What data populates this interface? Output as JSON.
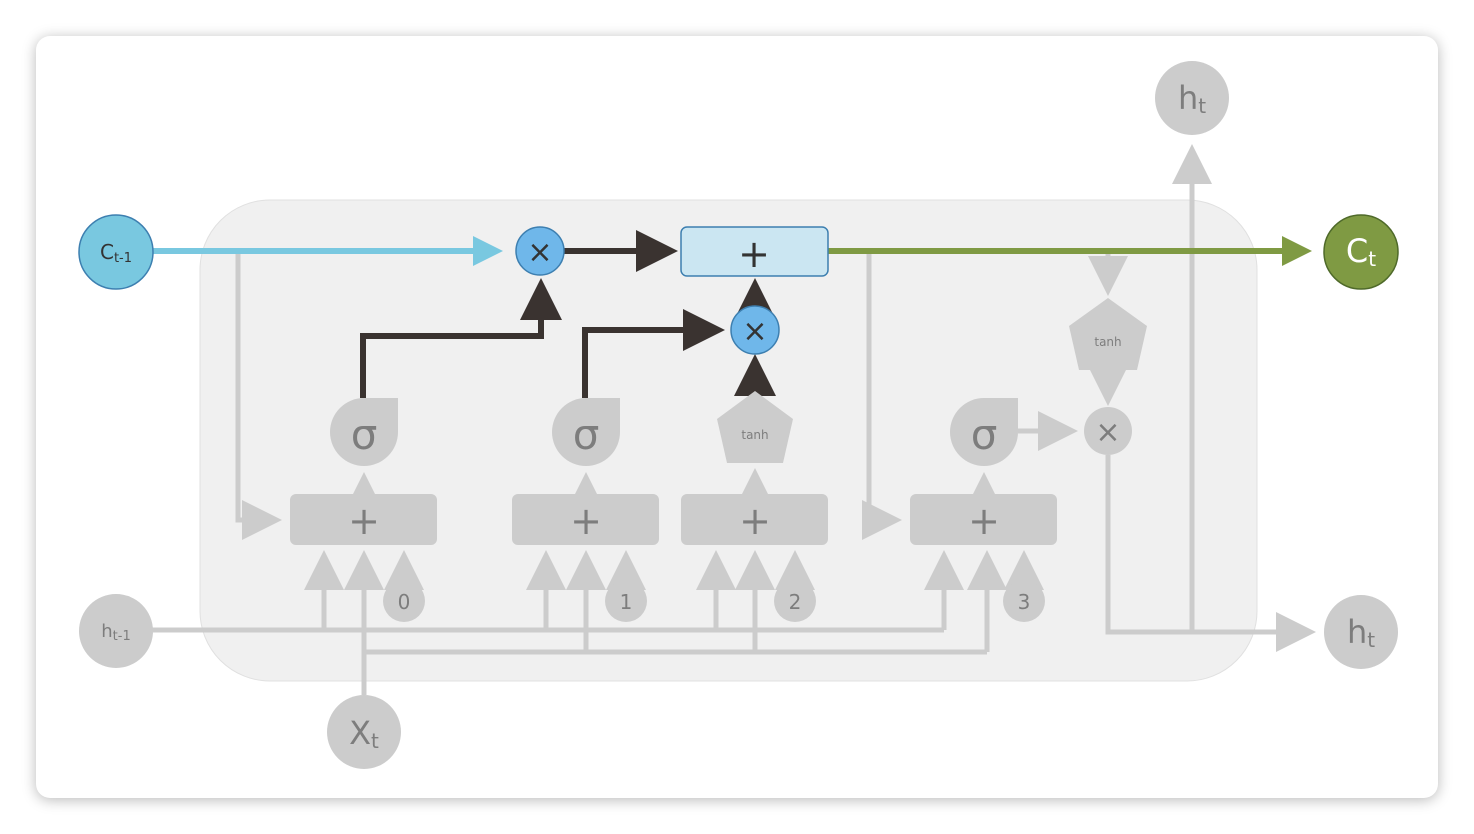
{
  "nodes": {
    "c_prev": {
      "main": "C",
      "sub": "t-1"
    },
    "c_t": {
      "main": "C",
      "sub": "t"
    },
    "h_prev": {
      "main": "h",
      "sub": "t-1"
    },
    "h_out_right": {
      "main": "h",
      "sub": "t"
    },
    "h_out_top": {
      "main": "h",
      "sub": "t"
    },
    "x_t": {
      "main": "X",
      "sub": "t"
    }
  },
  "operators": {
    "plus": "+",
    "times": "×",
    "sigma": "σ",
    "tanh": "tanh"
  },
  "biases": [
    "0",
    "1",
    "2",
    "3"
  ],
  "colors": {
    "cell_input": "#79c8e0",
    "cell_output": "#7f9a43",
    "active_path": "#3a3330",
    "inactive": "#cccccc",
    "cell_body": "#f0f0f0",
    "highlight_op": "#6fb7ea",
    "highlight_box": "#cbe6f2"
  }
}
